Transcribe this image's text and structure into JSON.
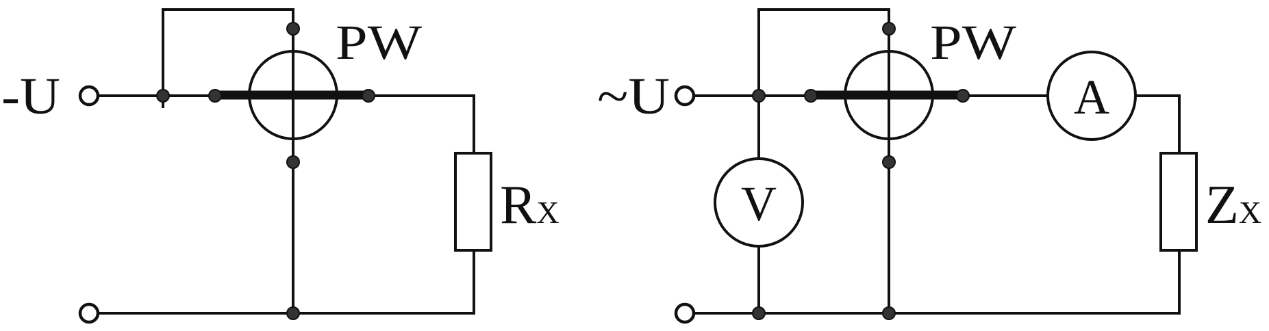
{
  "circuits": [
    {
      "source_label": "-U",
      "meter_label": "PW",
      "load_label_main": "R",
      "load_label_sub": "X"
    },
    {
      "source_label": "~U",
      "meter_label": "PW",
      "load_label_main": "Z",
      "load_label_sub": "X",
      "voltmeter_symbol": "V",
      "ammeter_symbol": "A"
    }
  ],
  "colors": {
    "wire": "#111111",
    "node": "#333333",
    "background": "#ffffff"
  }
}
